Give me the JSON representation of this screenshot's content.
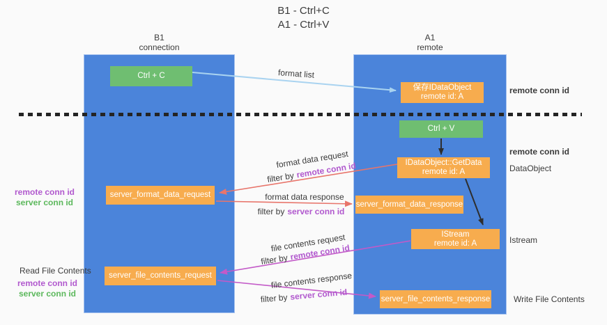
{
  "title": {
    "line1": "B1 - Ctrl+C",
    "line2": "A1 - Ctrl+V"
  },
  "lanes": {
    "left": {
      "name": "B1",
      "subtitle": "connection"
    },
    "right": {
      "name": "A1",
      "subtitle": "remote"
    }
  },
  "boxes": {
    "ctrl_c": {
      "label": "Ctrl + C"
    },
    "ctrl_v": {
      "label": "Ctrl + V"
    },
    "save_idataobject": {
      "line1": "保存IDataObject",
      "line2": "remote id: A"
    },
    "idataobject_getdata": {
      "line1": "IDataObject::GetData",
      "line2": "remote id: A"
    },
    "istream": {
      "line1": "IStream",
      "line2": "remote id: A"
    },
    "server_format_data_request": {
      "label": "server_format_data_request"
    },
    "server_format_data_response": {
      "label": "server_format_data_response"
    },
    "server_file_contents_request": {
      "label": "server_file_contents_request"
    },
    "server_file_contents_response": {
      "label": "server_file_contents_response"
    }
  },
  "flow_labels": {
    "format_list": "format list",
    "format_data_request": "format data request",
    "format_data_response": "format data response",
    "file_contents_request": "file contents request",
    "file_contents_response": "file contents response",
    "filter_by": "filter by",
    "remote_conn_id": "remote conn id",
    "server_conn_id": "server conn id"
  },
  "side_labels": {
    "remote_conn_id": "remote conn id",
    "server_conn_id": "server conn id",
    "dataobject": "DataObject",
    "istream": "Istream",
    "read_file_contents": "Read File Contents",
    "write_file_contents": "Write File Contents"
  },
  "colors": {
    "lane_blue": "#4b84da",
    "box_orange": "#f7ac4e",
    "box_green": "#6fbe71",
    "arrow_salmon": "#e8756b",
    "arrow_magenta": "#c35ac8",
    "arrow_lightblue": "#a9d3f0",
    "arrow_black": "#2e2e2e",
    "label_purple": "#b159ce",
    "label_green": "#5cb85c"
  }
}
